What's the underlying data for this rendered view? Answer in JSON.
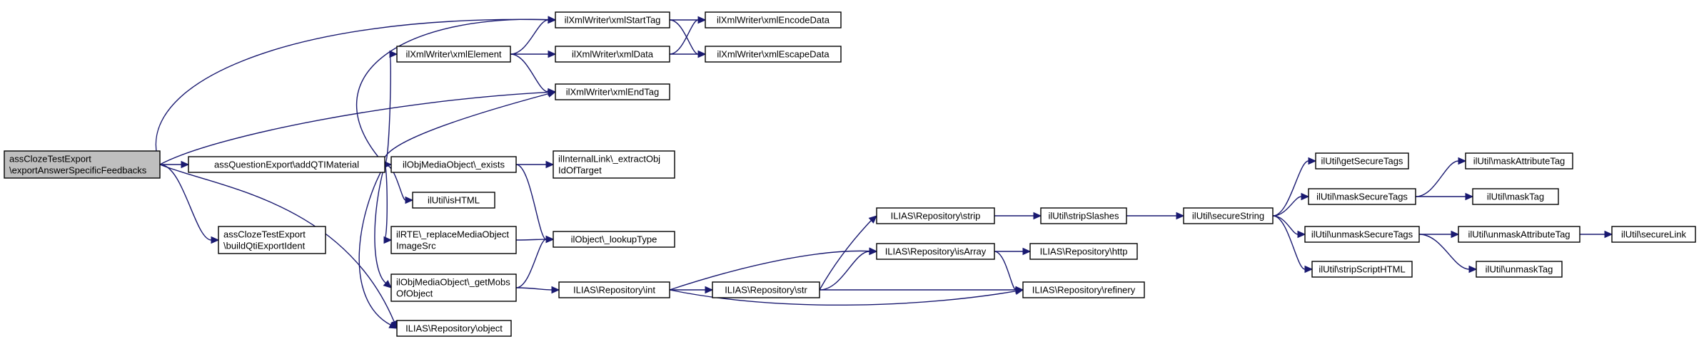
{
  "diagram": {
    "type": "call-graph",
    "colors": {
      "edge": "#191970",
      "root_fill": "#bfbfbf",
      "node_fill": "#ffffff",
      "node_border": "#000000"
    },
    "nodes": [
      {
        "id": "n0",
        "lines": [
          "assClozeTestExport",
          "\\exportAnswerSpecificFeedbacks"
        ],
        "root": true
      },
      {
        "id": "n1",
        "lines": [
          "assQuestionExport\\addQTIMaterial"
        ]
      },
      {
        "id": "n2",
        "lines": [
          "ilXmlWriter\\xmlStartTag"
        ]
      },
      {
        "id": "n3",
        "lines": [
          "ilXmlWriter\\xmlEncodeData"
        ]
      },
      {
        "id": "n4",
        "lines": [
          "ilXmlWriter\\xmlEscapeData"
        ]
      },
      {
        "id": "n5",
        "lines": [
          "ilXmlWriter\\xmlElement"
        ]
      },
      {
        "id": "n6",
        "lines": [
          "ilXmlWriter\\xmlData"
        ]
      },
      {
        "id": "n7",
        "lines": [
          "ilXmlWriter\\xmlEndTag"
        ]
      },
      {
        "id": "n8",
        "lines": [
          "ilObjMediaObject\\_exists"
        ]
      },
      {
        "id": "n9",
        "lines": [
          "ilInternalLink\\_extractObj",
          "IdOfTarget"
        ]
      },
      {
        "id": "n10",
        "lines": [
          "ilObject\\_lookupType"
        ]
      },
      {
        "id": "n11",
        "lines": [
          "ilUtil\\isHTML"
        ]
      },
      {
        "id": "n12",
        "lines": [
          "ilRTE\\_replaceMediaObject",
          "ImageSrc"
        ]
      },
      {
        "id": "n13",
        "lines": [
          "ilObjMediaObject\\_getMobs",
          "OfObject"
        ]
      },
      {
        "id": "n14",
        "lines": [
          "ILIAS\\Repository\\object"
        ]
      },
      {
        "id": "n15",
        "lines": [
          "ILIAS\\Repository\\int"
        ]
      },
      {
        "id": "n16",
        "lines": [
          "ILIAS\\Repository\\str"
        ]
      },
      {
        "id": "n17",
        "lines": [
          "ILIAS\\Repository\\isArray"
        ]
      },
      {
        "id": "n18",
        "lines": [
          "ILIAS\\Repository\\refinery"
        ]
      },
      {
        "id": "n19",
        "lines": [
          "ILIAS\\Repository\\http"
        ]
      },
      {
        "id": "n20",
        "lines": [
          "ILIAS\\Repository\\strip"
        ]
      },
      {
        "id": "n21",
        "lines": [
          "ilUtil\\stripSlashes"
        ]
      },
      {
        "id": "n22",
        "lines": [
          "ilUtil\\secureString"
        ]
      },
      {
        "id": "n23",
        "lines": [
          "ilUtil\\getSecureTags"
        ]
      },
      {
        "id": "n24",
        "lines": [
          "ilUtil\\maskSecureTags"
        ]
      },
      {
        "id": "n25",
        "lines": [
          "ilUtil\\maskAttributeTag"
        ]
      },
      {
        "id": "n26",
        "lines": [
          "ilUtil\\maskTag"
        ]
      },
      {
        "id": "n27",
        "lines": [
          "ilUtil\\unmaskSecureTags"
        ]
      },
      {
        "id": "n28",
        "lines": [
          "ilUtil\\unmaskAttributeTag"
        ]
      },
      {
        "id": "n29",
        "lines": [
          "ilUtil\\secureLink"
        ]
      },
      {
        "id": "n30",
        "lines": [
          "ilUtil\\unmaskTag"
        ]
      },
      {
        "id": "n31",
        "lines": [
          "ilUtil\\stripScriptHTML"
        ]
      },
      {
        "id": "n32",
        "lines": [
          "assClozeTestExport",
          "\\buildQtiExportIdent"
        ]
      }
    ],
    "edges": [
      [
        "n0",
        "n1"
      ],
      [
        "n0",
        "n2"
      ],
      [
        "n0",
        "n7"
      ],
      [
        "n0",
        "n14"
      ],
      [
        "n0",
        "n32"
      ],
      [
        "n1",
        "n2"
      ],
      [
        "n1",
        "n5"
      ],
      [
        "n1",
        "n7"
      ],
      [
        "n1",
        "n8"
      ],
      [
        "n1",
        "n11"
      ],
      [
        "n1",
        "n12"
      ],
      [
        "n1",
        "n13"
      ],
      [
        "n1",
        "n14"
      ],
      [
        "n2",
        "n3"
      ],
      [
        "n2",
        "n4"
      ],
      [
        "n5",
        "n2"
      ],
      [
        "n5",
        "n6"
      ],
      [
        "n5",
        "n7"
      ],
      [
        "n6",
        "n3"
      ],
      [
        "n6",
        "n4"
      ],
      [
        "n8",
        "n9"
      ],
      [
        "n8",
        "n10"
      ],
      [
        "n12",
        "n10"
      ],
      [
        "n13",
        "n10"
      ],
      [
        "n13",
        "n15"
      ],
      [
        "n15",
        "n16"
      ],
      [
        "n15",
        "n17"
      ],
      [
        "n15",
        "n18"
      ],
      [
        "n16",
        "n17"
      ],
      [
        "n16",
        "n18"
      ],
      [
        "n16",
        "n20"
      ],
      [
        "n17",
        "n18"
      ],
      [
        "n17",
        "n19"
      ],
      [
        "n20",
        "n21"
      ],
      [
        "n21",
        "n22"
      ],
      [
        "n22",
        "n23"
      ],
      [
        "n22",
        "n24"
      ],
      [
        "n22",
        "n27"
      ],
      [
        "n22",
        "n31"
      ],
      [
        "n24",
        "n25"
      ],
      [
        "n24",
        "n26"
      ],
      [
        "n27",
        "n28"
      ],
      [
        "n27",
        "n30"
      ],
      [
        "n28",
        "n29"
      ]
    ]
  }
}
